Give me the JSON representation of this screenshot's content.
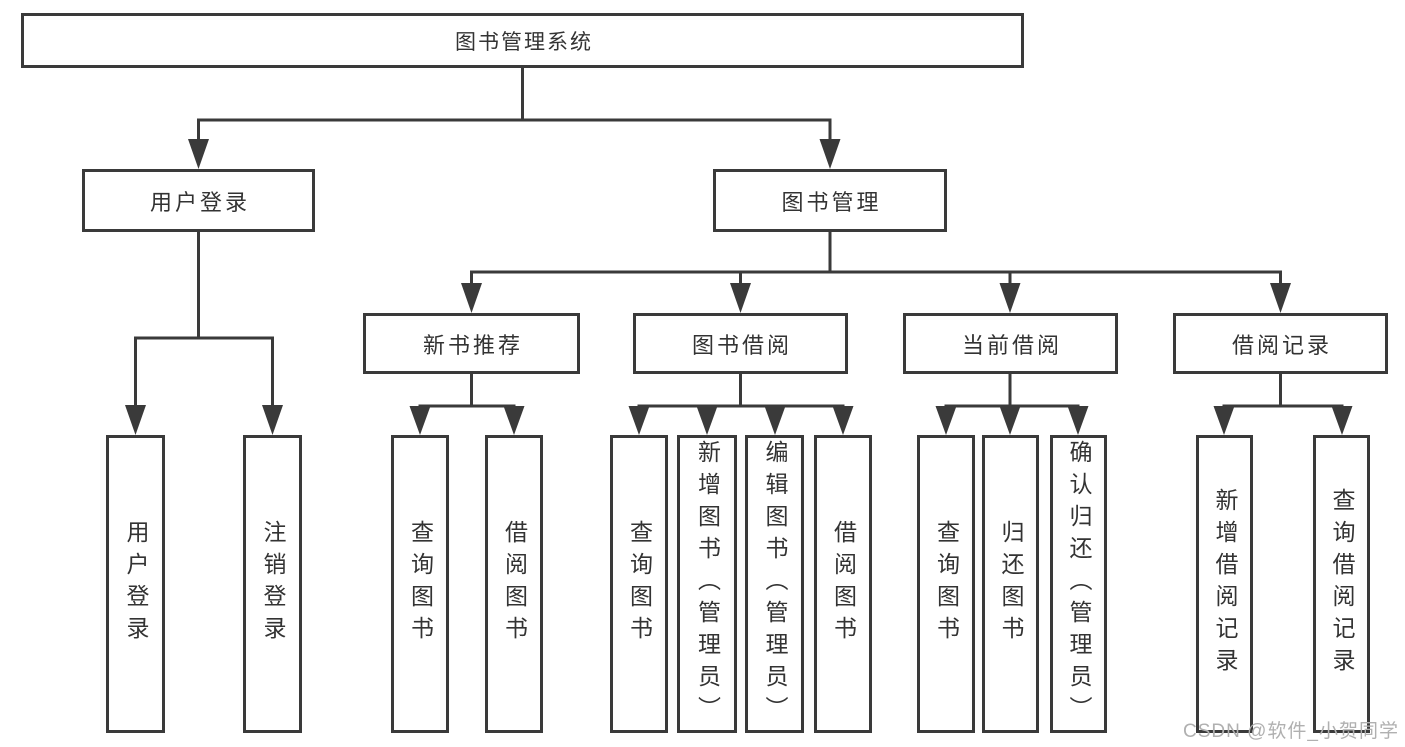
{
  "diagram": {
    "root": {
      "label": "图书管理系统"
    },
    "branches": [
      {
        "label": "用户登录",
        "children": [
          {
            "label": "用户登录"
          },
          {
            "label": "注销登录"
          }
        ]
      },
      {
        "label": "图书管理",
        "children": [
          {
            "label": "新书推荐",
            "children": [
              {
                "label": "查询图书"
              },
              {
                "label": "借阅图书"
              }
            ]
          },
          {
            "label": "图书借阅",
            "children": [
              {
                "label": "查询图书"
              },
              {
                "label": "新增图书（管理员）"
              },
              {
                "label": "编辑图书（管理员）"
              },
              {
                "label": "借阅图书"
              }
            ]
          },
          {
            "label": "当前借阅",
            "children": [
              {
                "label": "查询图书"
              },
              {
                "label": "归还图书"
              },
              {
                "label": "确认归还（管理员）"
              }
            ]
          },
          {
            "label": "借阅记录",
            "children": [
              {
                "label": "新增借阅记录"
              },
              {
                "label": "查询借阅记录"
              }
            ]
          }
        ]
      }
    ]
  },
  "watermark": {
    "text": "CSDN @软件_小贺同学"
  },
  "colors": {
    "line": "#3a3a3a",
    "text": "#333333",
    "bg": "#ffffff",
    "watermark": "#b0b0b0"
  }
}
